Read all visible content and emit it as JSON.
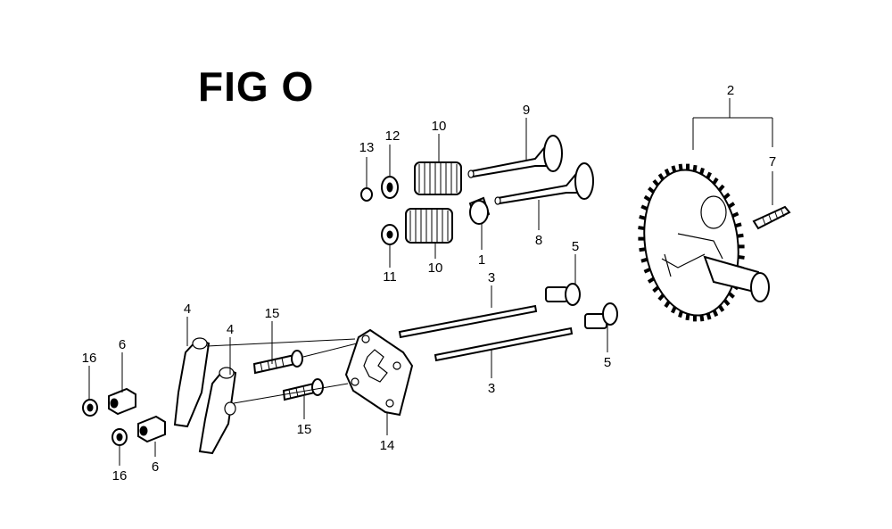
{
  "figure": {
    "title": "FIG O"
  },
  "callouts": [
    {
      "id": "c13",
      "label": "13"
    },
    {
      "id": "c12",
      "label": "12"
    },
    {
      "id": "c10a",
      "label": "10"
    },
    {
      "id": "c9",
      "label": "9"
    },
    {
      "id": "c2",
      "label": "2"
    },
    {
      "id": "c7",
      "label": "7"
    },
    {
      "id": "c11",
      "label": "11"
    },
    {
      "id": "c10b",
      "label": "10"
    },
    {
      "id": "c1",
      "label": "1"
    },
    {
      "id": "c8",
      "label": "8"
    },
    {
      "id": "c5a",
      "label": "5"
    },
    {
      "id": "c3a",
      "label": "3"
    },
    {
      "id": "c4a",
      "label": "4"
    },
    {
      "id": "c4b",
      "label": "4"
    },
    {
      "id": "c15a",
      "label": "15"
    },
    {
      "id": "c16a",
      "label": "16"
    },
    {
      "id": "c6a",
      "label": "6"
    },
    {
      "id": "c5b",
      "label": "5"
    },
    {
      "id": "c3b",
      "label": "3"
    },
    {
      "id": "c15b",
      "label": "15"
    },
    {
      "id": "c14",
      "label": "14"
    },
    {
      "id": "c16b",
      "label": "16"
    },
    {
      "id": "c6b",
      "label": "6"
    }
  ]
}
